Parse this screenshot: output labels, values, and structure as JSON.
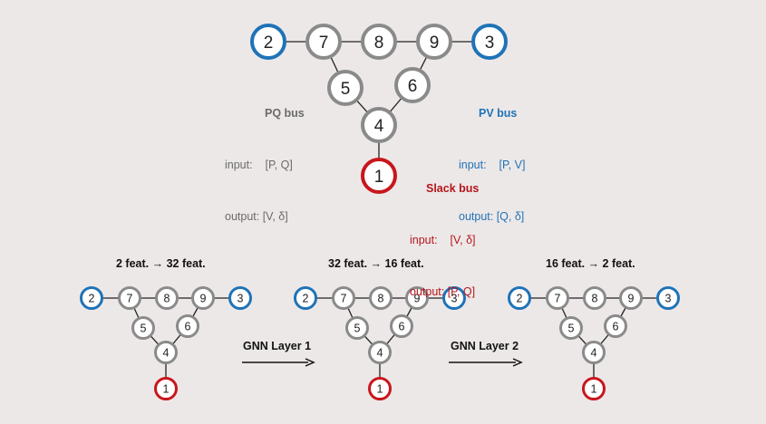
{
  "nodes": [
    "1",
    "2",
    "3",
    "4",
    "5",
    "6",
    "7",
    "8",
    "9"
  ],
  "node_roles": {
    "1": "slack",
    "2": "pq",
    "3": "pv",
    "4": "normal",
    "5": "normal",
    "6": "normal",
    "7": "normal",
    "8": "normal",
    "9": "normal"
  },
  "edges": [
    [
      "2",
      "7"
    ],
    [
      "7",
      "8"
    ],
    [
      "8",
      "9"
    ],
    [
      "9",
      "3"
    ],
    [
      "7",
      "5"
    ],
    [
      "9",
      "6"
    ],
    [
      "5",
      "4"
    ],
    [
      "6",
      "4"
    ],
    [
      "4",
      "1"
    ]
  ],
  "colors": {
    "pq": "#1f73b7",
    "pv": "#1f73b7",
    "slack": "#c8161d",
    "normal": "#8a8a8a",
    "edge": "#222222"
  },
  "pq_bus": {
    "title": "PQ bus",
    "input": "input:    [P, Q]",
    "output": "output: [V, δ]"
  },
  "pv_bus": {
    "title": "PV bus",
    "input": "input:    [P, V]",
    "output": "output: [Q, δ]"
  },
  "slack_bus": {
    "title": "Slack bus",
    "input": "input:    [V, δ]",
    "output": "output: [P, Q]"
  },
  "features": [
    "2 feat. → 32 feat.",
    "32 feat. → 16 feat.",
    "16 feat. → 2 feat."
  ],
  "layers": [
    "GNN Layer 1",
    "GNN Layer 2"
  ]
}
